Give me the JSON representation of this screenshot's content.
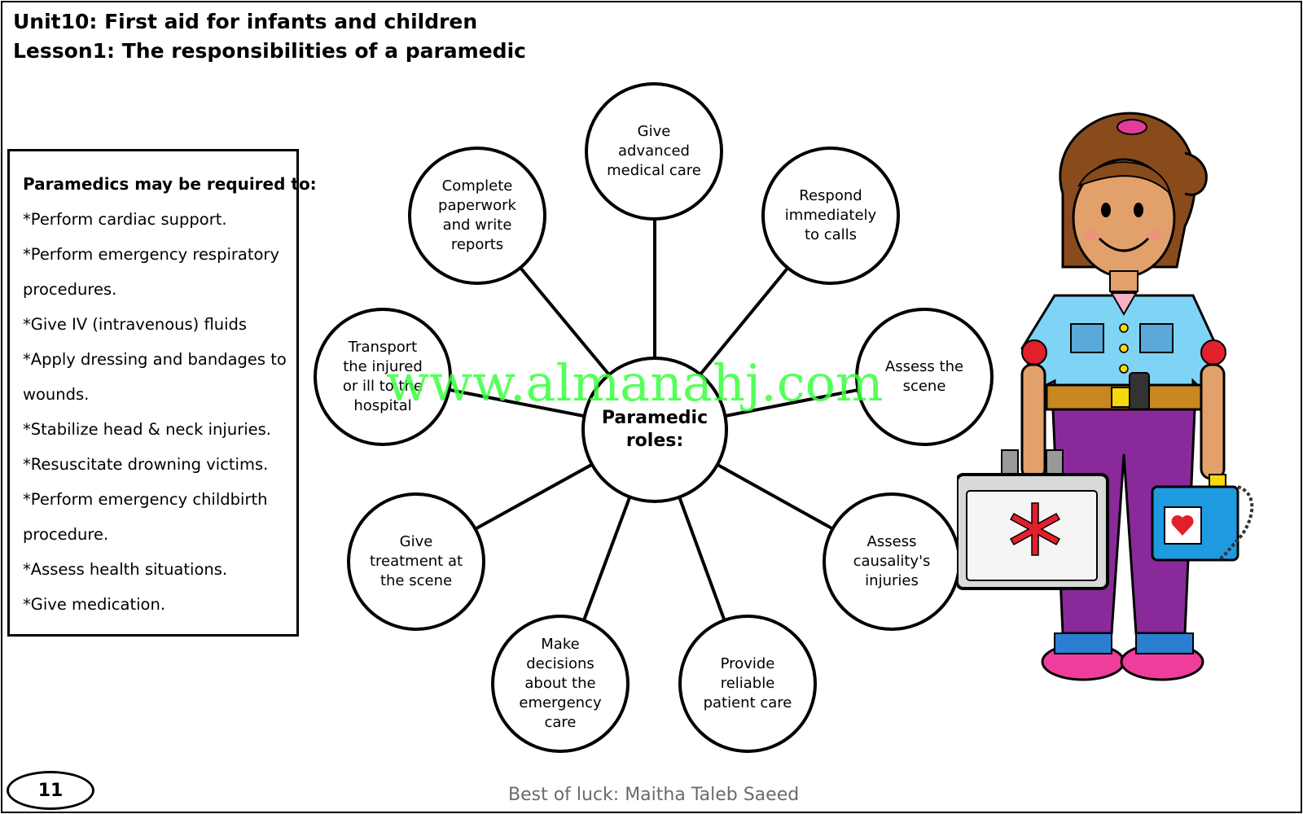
{
  "header": {
    "unit_title": "Unit10: First aid for infants and children",
    "lesson_title": "Lesson1: The responsibilities of a paramedic"
  },
  "duties": {
    "heading": "Paramedics may be required to:",
    "items": [
      "*Perform cardiac support.",
      "*Perform emergency respiratory",
      "procedures.",
      "*Give IV (intravenous) fluids",
      "*Apply dressing and bandages to",
      "wounds.",
      "*Stabilize head & neck injuries.",
      "*Resuscitate drowning victims.",
      "*Perform emergency childbirth",
      "procedure.",
      "*Assess health situations.",
      "*Give medication."
    ]
  },
  "diagram": {
    "center": "Paramedic\nroles:",
    "roles": [
      "Give\nadvanced\nmedical care",
      "Respond\nimmediately\nto calls",
      "Assess the\nscene",
      "Assess\ncausality's\ninjuries",
      "Provide\nreliable\npatient care",
      "Make\ndecisions\nabout the\nemergency\ncare",
      "Give\ntreatment at\nthe scene",
      "Transport\nthe injured\nor ill to the\nhospital",
      "Complete\npaperwork\nand write\nreports"
    ]
  },
  "watermark": "www.almanahj.com",
  "illustration": {
    "description_icon": "paramedic-girl-with-first-aid-kit-illustration",
    "accent_colors": {
      "shirt": "#7fd3f5",
      "pants": "#8a2a9a",
      "kit": "#d9d9d9",
      "defibrillator": "#1e9be0",
      "emblem": "#e0202a"
    }
  },
  "footer": {
    "page_number": "11",
    "credit": "Best of luck: Maitha Taleb Saeed"
  }
}
